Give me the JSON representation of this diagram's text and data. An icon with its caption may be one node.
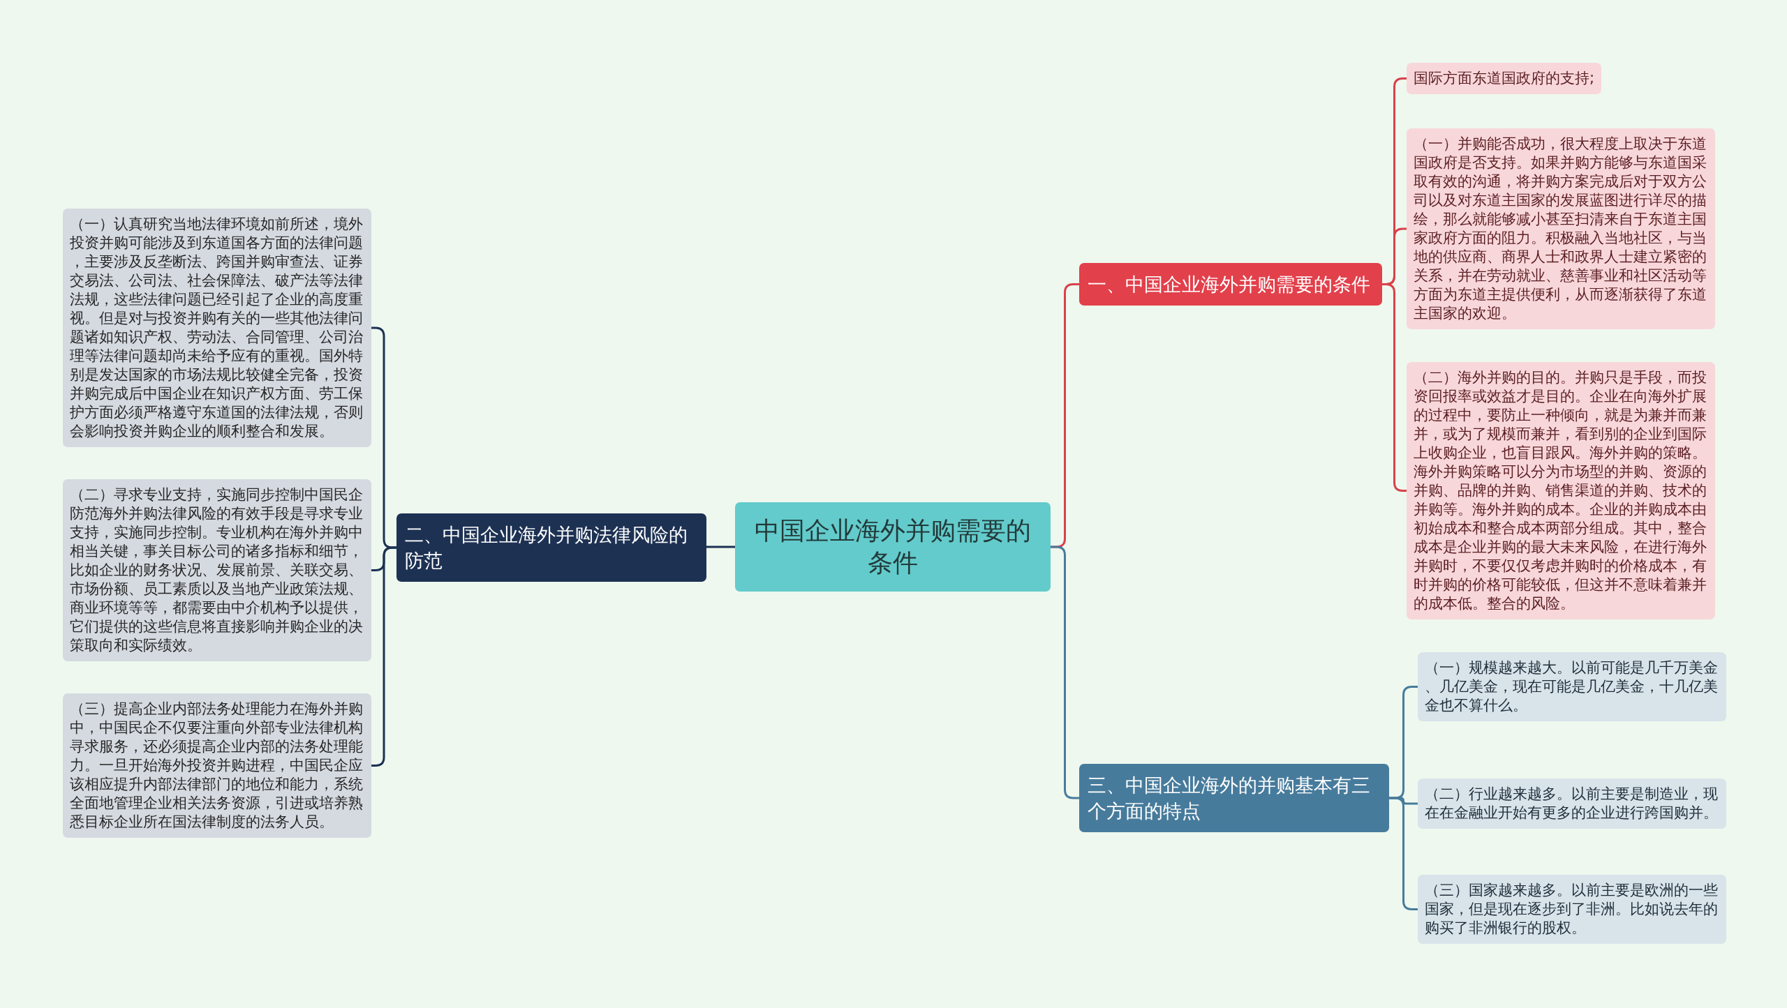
{
  "diagram": {
    "nodes": [
      {
        "text": [
          "中国企业海外并购需要的条件"
        ]
      },
      {
        "text": [
          "一、中国企业海外并购需要的条件"
        ]
      },
      {
        "text": [
          "国际方面东道国政府的支持;"
        ]
      },
      {
        "text": [
          "（一）并购能否成功，很大程度上取决于东道国政府是否支持。如果并购方能够与东道国采取有效的沟通，将并购方案完成后对于双方公司以及对东道主国家的发展蓝图进行详尽的描绘，那么就能够减小甚至扫清来自于东道主国家政府方面的阻力。积极融入当地社区，与当地的供应商、商界人士和政界人士建立紧密的关系，并在劳动就业、慈善事业和社区活动等方面为东道主提供便利，从而逐渐获得了东道主国家的欢迎。"
        ]
      },
      {
        "text": [
          "（二）海外并购的目的。并购只是手段，而投资回报率或效益才是目的。企业在向海外扩展的过程中，要防止一种倾向，就是为兼并而兼并，或为了规模而兼并，看到别的企业到国际上收购企业，也盲目跟风。海外并购的策略。海外并购策略可以分为市场型的并购、资源的并购、品牌的并购、销售渠道的并购、技术的并购等。海外并购的成本。企业的并购成本由初始成本和整合成本两部分组成。其中，整合成本是企业并购的最大未来风险，在进行海外并购时，不要仅仅考虑并购时的价格成本，有时并购的价格可能较低，但这并不意味着兼并的成本低。整合的风险。"
        ]
      },
      {
        "text": [
          "二、中国企业海外并购法律风险的防范"
        ]
      },
      {
        "text": [
          "（一）认真研究当地法律环境如前所述，境外投资并购可能涉及到东道国各方面的法律问题，主要涉及反垄断法、跨国并购审查法、证券交易法、公司法、社会保障法、破产法等法律法规，这些法律问题已经引起了企业的高度重视。但是对与投资并购有关的一些其他法律问题诸如知识产权、劳动法、合同管理、公司治理等法律问题却尚未给予应有的重视。国外特别是发达国家的市场法规比较健全完备，投资并购完成后中国企业在知识产权方面、劳工保护方面必须严格遵守东道国的法律法规，否则会影响投资并购企业的顺利整合和发展。"
        ]
      },
      {
        "text": [
          "（二）寻求专业支持，实施同步控制中国民企防范海外并购法律风险的有效手段是寻求专业支持，实施同步控制。专业机构在海外并购中相当关键，事关目标公司的诸多指标和细节，比如企业的财务状况、发展前景、关联交易、市场份额、员工素质以及当地产业政策法规、商业环境等等，都需要由中介机构予以提供，它们提供的这些信息将直接影响并购企业的决策取向和实际绩效。"
        ]
      },
      {
        "text": [
          "（三）提高企业内部法务处理能力在海外并购中，中国民企不仅要注重向外部专业法律机构寻求服务，还必须提高企业内部的法务处理能力。一旦开始海外投资并购进程，中国民企应该相应提升内部法律部门的地位和能力，系统全面地管理企业相关法务资源，引进或培养熟悉目标企业所在国法律制度的法务人员。"
        ]
      },
      {
        "text": [
          "三、中国企业海外的并购基本有三个方面的特点"
        ]
      },
      {
        "text": [
          "（一）规模越来越大。以前可能是几千万美金、几亿美金，现在可能是几亿美金，十几亿美金也不算什么。"
        ]
      },
      {
        "text": [
          "（二）行业越来越多。以前主要是制造业，现在在金融业开始有更多的企业进行跨国购并。"
        ]
      },
      {
        "text": [
          "（三）国家越来越多。以前主要是欧洲的一些国家，但是现在逐步到了非洲。比如说去年的购买了非洲银行的股权。"
        ]
      }
    ],
    "edges": [
      {
        "from": 0,
        "to": 1,
        "arrow": "none",
        "color": "#d8414b"
      },
      {
        "from": 1,
        "to": 2,
        "arrow": "none",
        "color": "#d8414b"
      },
      {
        "from": 1,
        "to": 3,
        "arrow": "none",
        "color": "#d8414b"
      },
      {
        "from": 1,
        "to": 4,
        "arrow": "none",
        "color": "#d8414b"
      },
      {
        "from": 0,
        "to": 5,
        "arrow": "none",
        "color": "#1d3153"
      },
      {
        "from": 5,
        "to": 6,
        "arrow": "none",
        "color": "#1d3153"
      },
      {
        "from": 5,
        "to": 7,
        "arrow": "none",
        "color": "#1d3153"
      },
      {
        "from": 5,
        "to": 8,
        "arrow": "none",
        "color": "#1d3153"
      },
      {
        "from": 0,
        "to": 9,
        "arrow": "none",
        "color": "#477b9c"
      },
      {
        "from": 9,
        "to": 10,
        "arrow": "none",
        "color": "#477b9c"
      },
      {
        "from": 9,
        "to": 11,
        "arrow": "none",
        "color": "#477b9c"
      },
      {
        "from": 9,
        "to": 12,
        "arrow": "none",
        "color": "#477b9c"
      }
    ]
  }
}
